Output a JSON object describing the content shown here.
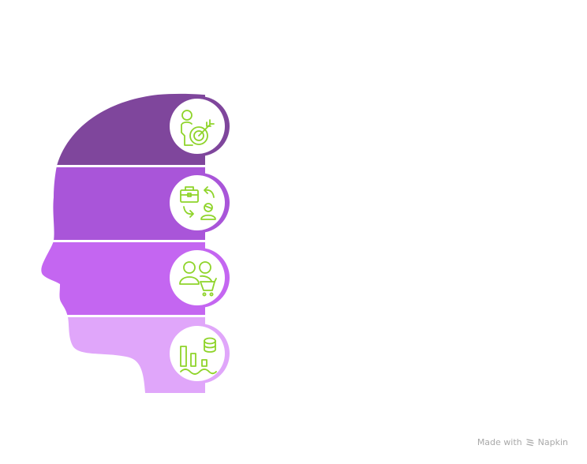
{
  "diagram": {
    "type": "head-silhouette-layers",
    "segments": [
      {
        "id": "segment-1",
        "icon": "person-target-icon",
        "color": "#7f469c"
      },
      {
        "id": "segment-2",
        "icon": "briefcase-person-exchange-icon",
        "color": "#a955d9"
      },
      {
        "id": "segment-3",
        "icon": "people-shopping-cart-icon",
        "color": "#c466f1"
      },
      {
        "id": "segment-4",
        "icon": "bar-chart-database-icon",
        "color": "#e0a6fa"
      }
    ],
    "icon_color": "#8fd42a",
    "circle_fill": "#ffffff"
  },
  "watermark": {
    "prefix": "Made with",
    "brand": "Napkin",
    "icon": "napkin-logo-icon"
  }
}
